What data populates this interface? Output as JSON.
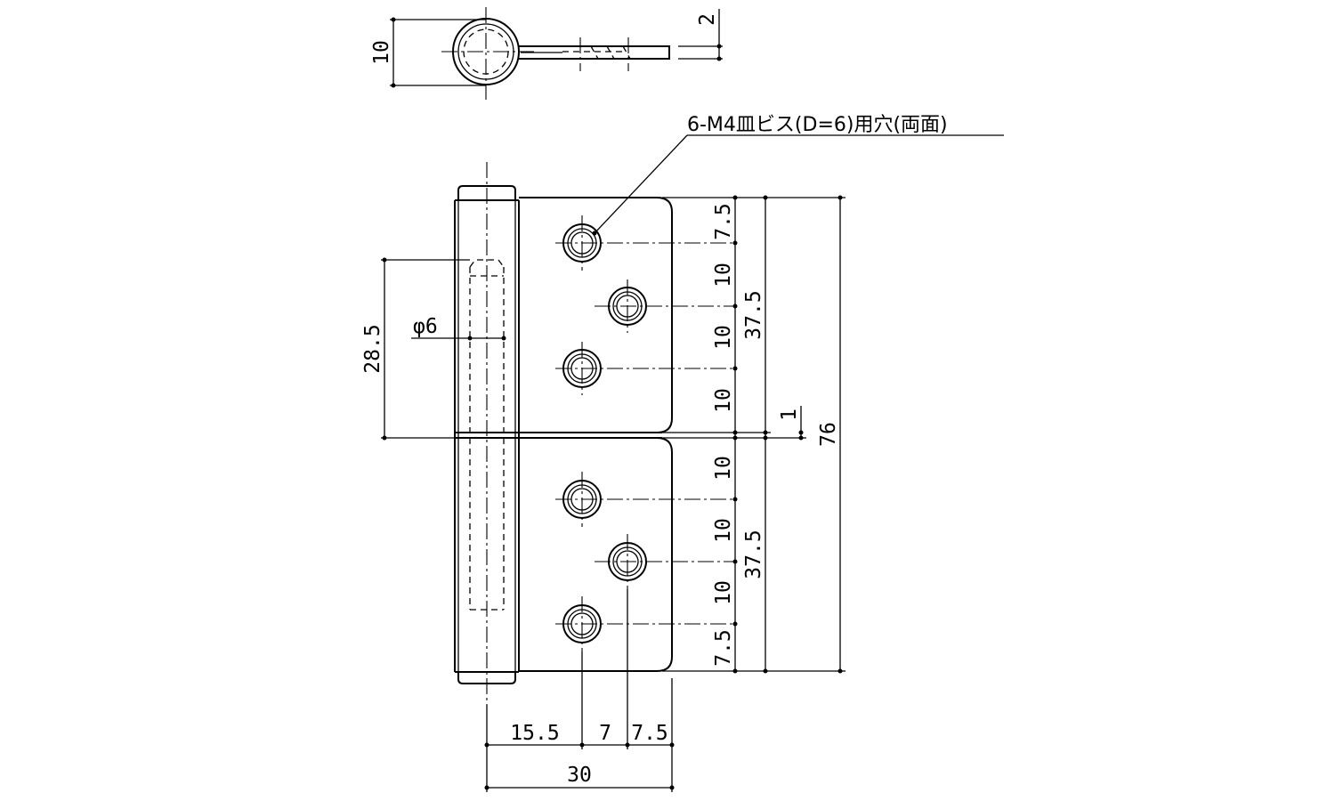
{
  "note": "6-M4皿ビス(D=6)用穴(両面)",
  "dims": {
    "pin_diameter": "10",
    "leaf_thickness": "2",
    "top_edge_to_first_hole": "7.5",
    "hole_pitch_a": "10",
    "hole_pitch_b": "10",
    "upper_last_gap": "10",
    "upper_leaf_length": "37.5",
    "center_gap": "1",
    "total_length": "76",
    "pin_length": "28.5",
    "pin_bore": "φ6",
    "lower_first_gap": "10",
    "lower_pitch_a": "10",
    "lower_pitch_b": "10",
    "bottom_edge_to_last_hole": "7.5",
    "lower_leaf_length": "37.5",
    "knuckle_to_hole_column": "15.5",
    "hole_column_offset": "7",
    "hole_column_to_edge": "7.5",
    "overall_width": "30"
  }
}
